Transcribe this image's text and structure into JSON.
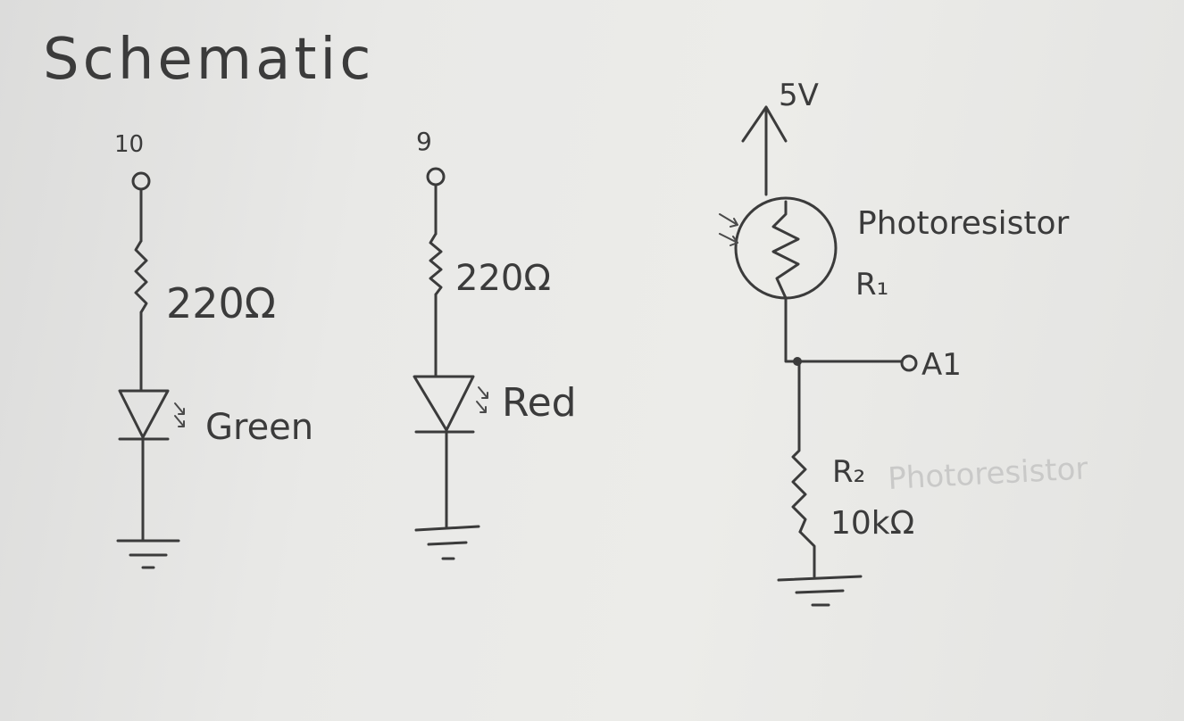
{
  "title": "Schematic",
  "circuits": [
    {
      "pin": "10",
      "resistor": "220Ω",
      "led_color": "Green"
    },
    {
      "pin": "9",
      "resistor": "220Ω",
      "led_color": "Red"
    },
    {
      "supply": "5V",
      "sensor_name": "Photoresistor",
      "sensor_ref": "R₁",
      "output": "A1",
      "resistor_ref": "R₂",
      "resistor_value": "10kΩ",
      "bleed_through_text": "Photoresistor"
    }
  ],
  "colors": {
    "ink": "#3b3b3b",
    "paper": "#e9e9e7"
  }
}
